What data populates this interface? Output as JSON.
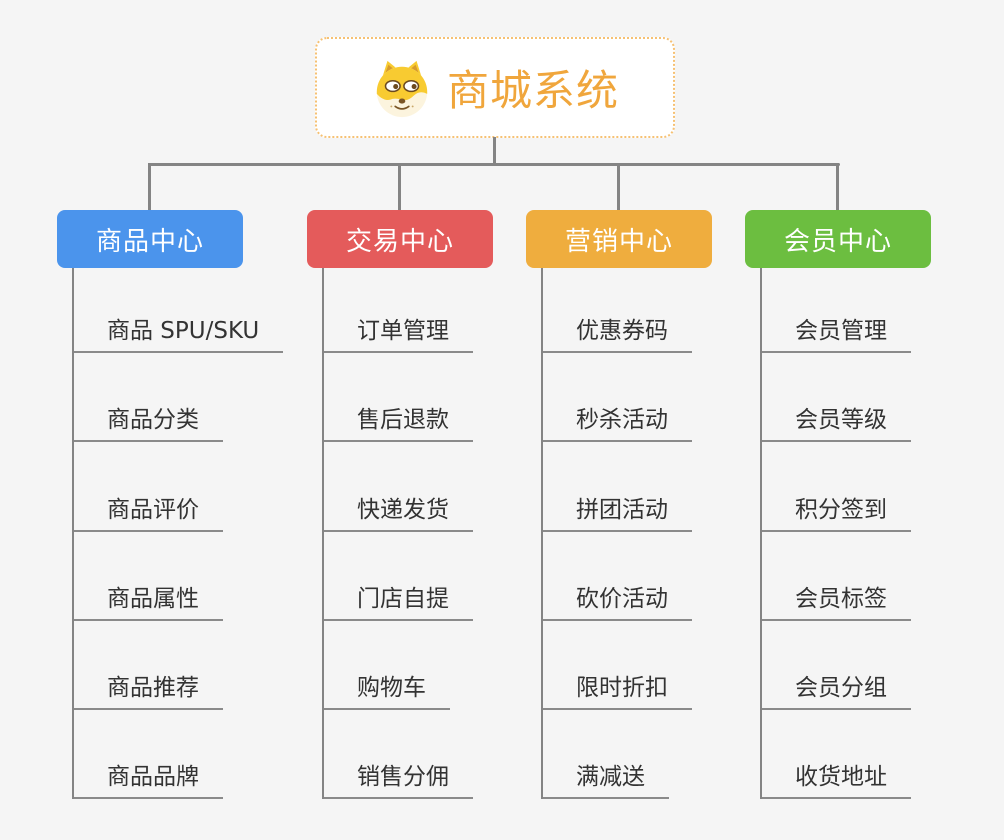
{
  "root": {
    "title": "商城系统",
    "icon": "dog-face-icon"
  },
  "branches": [
    {
      "label": "商品中心",
      "color": "#4B94EC",
      "items": [
        "商品 SPU/SKU",
        "商品分类",
        "商品评价",
        "商品属性",
        "商品推荐",
        "商品品牌"
      ]
    },
    {
      "label": "交易中心",
      "color": "#E45B5B",
      "items": [
        "订单管理",
        "售后退款",
        "快递发货",
        "门店自提",
        "购物车",
        "销售分佣"
      ]
    },
    {
      "label": "营销中心",
      "color": "#EFAD3E",
      "items": [
        "优惠券码",
        "秒杀活动",
        "拼团活动",
        "砍价活动",
        "限时折扣",
        "满减送"
      ]
    },
    {
      "label": "会员中心",
      "color": "#6CBE40",
      "items": [
        "会员管理",
        "会员等级",
        "积分签到",
        "会员标签",
        "会员分组",
        "收货地址"
      ]
    }
  ],
  "colors": {
    "root_title": "#F0A63C",
    "root_border": "#F6C173",
    "connector": "#848484",
    "underline": "#8A8A8A",
    "item_text": "#333333",
    "background": "#F5F5F5"
  }
}
